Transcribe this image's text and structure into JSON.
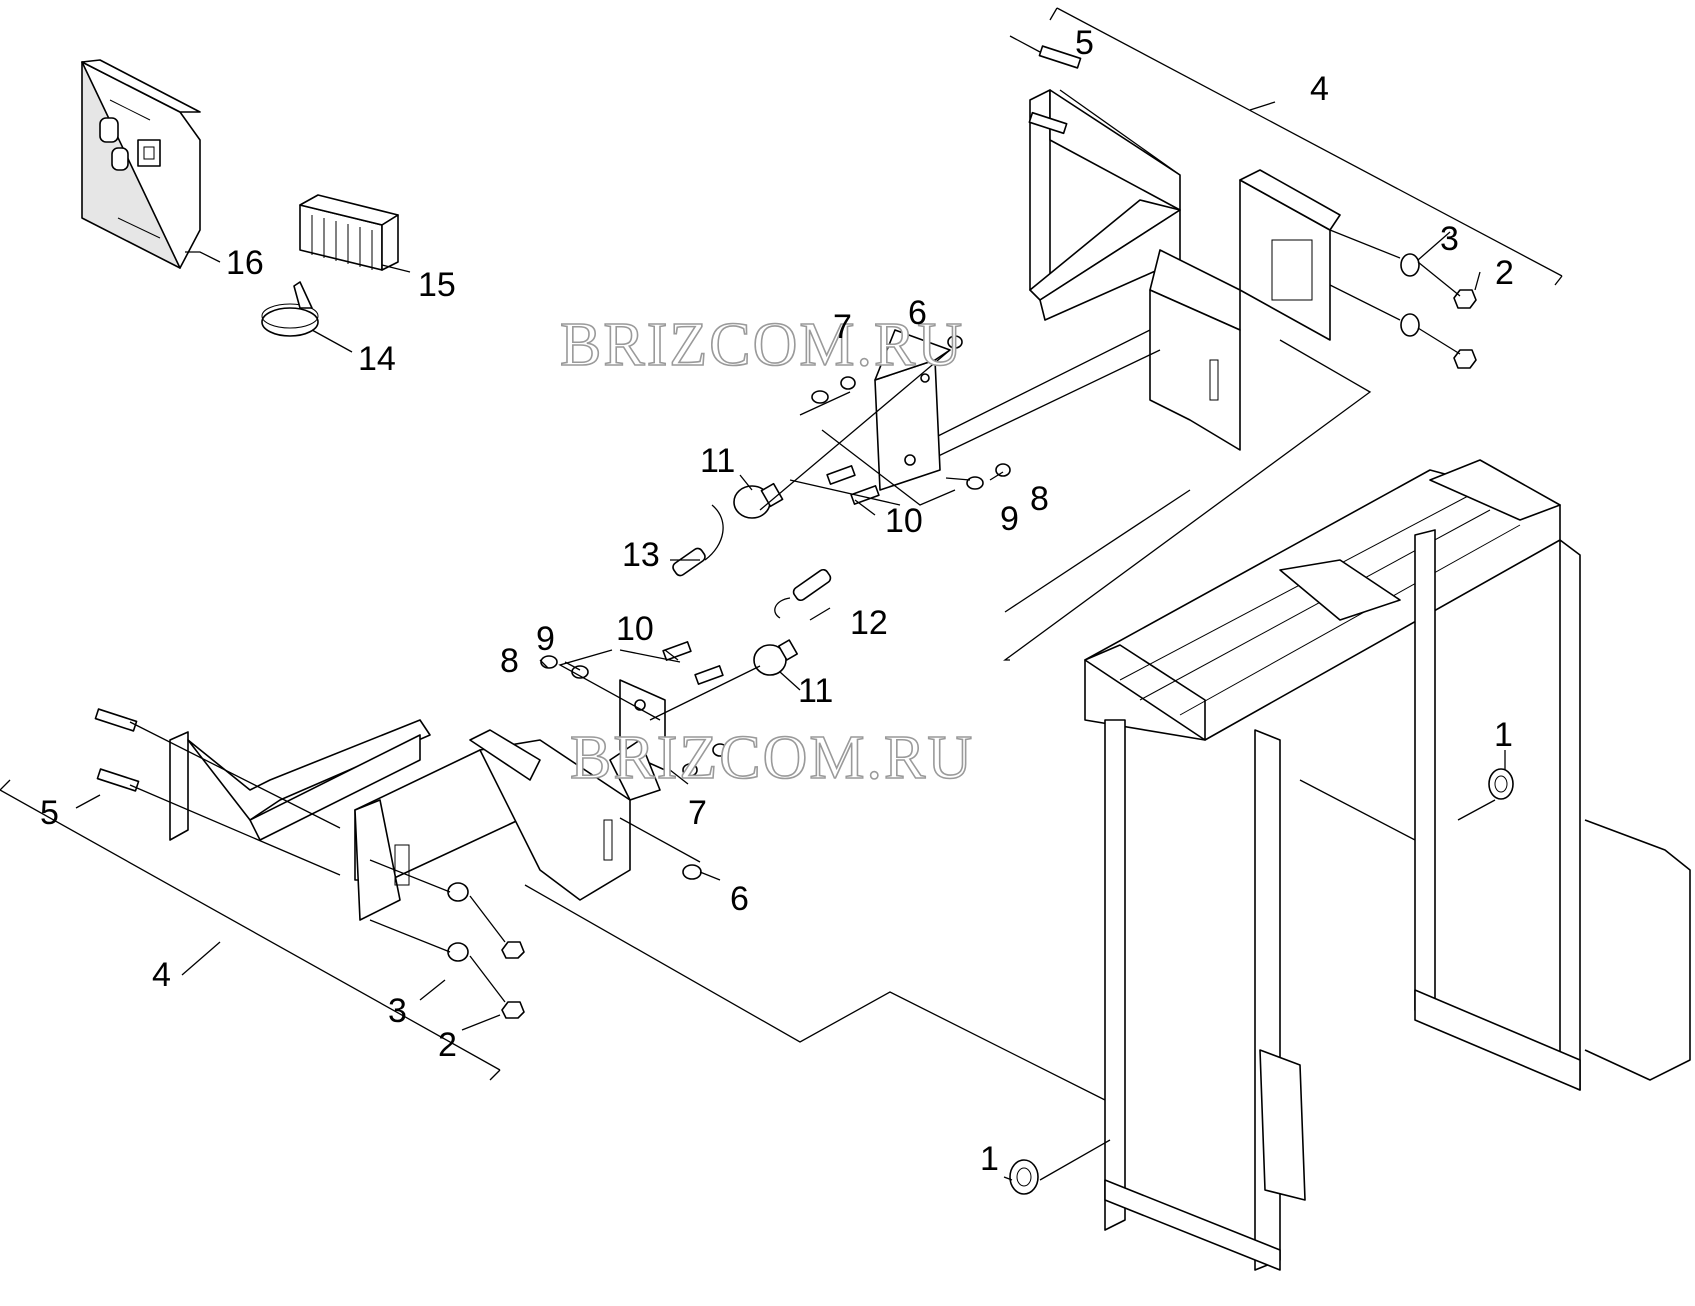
{
  "watermarks": [
    "BRIZCOM.RU",
    "BRIZCOM.RU"
  ],
  "callouts": {
    "c1a": "1",
    "c1b": "1",
    "c2a": "2",
    "c2b": "2",
    "c3a": "3",
    "c3b": "3",
    "c4a": "4",
    "c4b": "4",
    "c5a": "5",
    "c5b": "5",
    "c6a": "6",
    "c6b": "6",
    "c7a": "7",
    "c7b": "7",
    "c8a": "8",
    "c8b": "8",
    "c9a": "9",
    "c9b": "9",
    "c10a": "10",
    "c10b": "10",
    "c11a": "11",
    "c11b": "11",
    "c12": "12",
    "c13": "13",
    "c14": "14",
    "c15": "15",
    "c16": "16"
  }
}
